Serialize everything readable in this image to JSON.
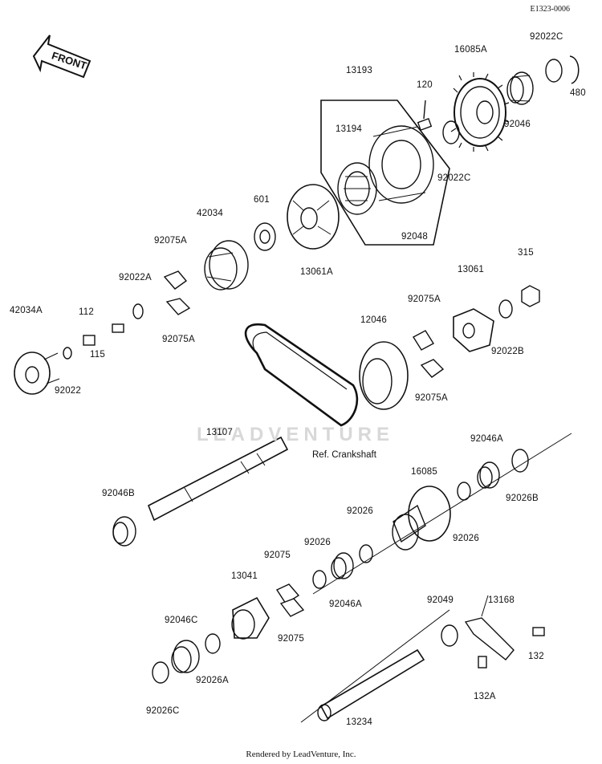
{
  "header": {
    "code": "E1323-0006",
    "front_label": "FRONT"
  },
  "labels": {
    "p13193": "13193",
    "p120": "120",
    "p16085A": "16085A",
    "p92022C_top": "92022C",
    "p480": "480",
    "p92046_top": "92046",
    "p13194": "13194",
    "p92022C_mid": "92022C",
    "p92048": "92048",
    "p42034": "42034",
    "p601": "601",
    "p13061A": "13061A",
    "p92075A_1": "92075A",
    "p92022A": "92022A",
    "p92075A_2": "92075A",
    "p42034A": "42034A",
    "p112": "112",
    "p115": "115",
    "p92022": "92022",
    "p13061": "13061",
    "p315": "315",
    "p92075A_3": "92075A",
    "p12046": "12046",
    "p92022B": "92022B",
    "p92075A_4": "92075A",
    "p13107": "13107",
    "p92046A_1": "92046A",
    "p16085": "16085",
    "p92026B": "92026B",
    "p92046B": "92046B",
    "p92026_1": "92026",
    "p92026_2": "92026",
    "p92026_3": "92026",
    "p92075_1": "92075",
    "p13041": "13041",
    "p92046A_2": "92046A",
    "p92075_2": "92075",
    "p92049": "92049",
    "p13168": "13168",
    "p92046C": "92046C",
    "p132": "132",
    "p92026A": "92026A",
    "p132A": "132A",
    "p92026C": "92026C",
    "p13234": "13234"
  },
  "ref_label": "Ref. Crankshaft",
  "watermark": "LEADVENTURE",
  "footer": "Rendered by LeadVenture, Inc."
}
